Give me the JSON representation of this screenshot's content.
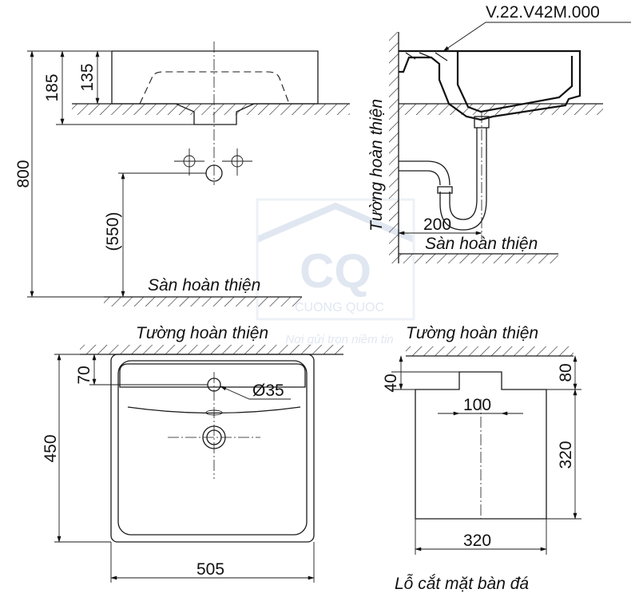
{
  "watermark": {
    "brand": "CQ",
    "name": "CUONG QUOC",
    "slogan": "Nơi gửi trọn niềm tin"
  },
  "side_view": {
    "dims": {
      "total_height": "800",
      "bowl_height": "185",
      "inner_height": "135",
      "drain_height": "(550)"
    },
    "floor_label": "Sàn hoàn thiện"
  },
  "section_view": {
    "model_label": "V.22.V42M.000",
    "wall_label": "Tường hoàn thiện",
    "floor_label": "Sàn hoàn thiện",
    "dims": {
      "trap_distance": "200"
    }
  },
  "top_view": {
    "wall_label": "Tường hoàn thiện",
    "dims": {
      "depth": "450",
      "hole_offset": "70",
      "hole_diameter": "Ø35",
      "width": "505"
    }
  },
  "cutout_view": {
    "wall_label": "Tường hoàn thiện",
    "caption": "Lỗ cắt mặt bàn đá",
    "dims": {
      "notch_depth_left": "40",
      "notch_depth_right": "80",
      "notch_width": "100",
      "height": "320",
      "width": "320"
    }
  }
}
